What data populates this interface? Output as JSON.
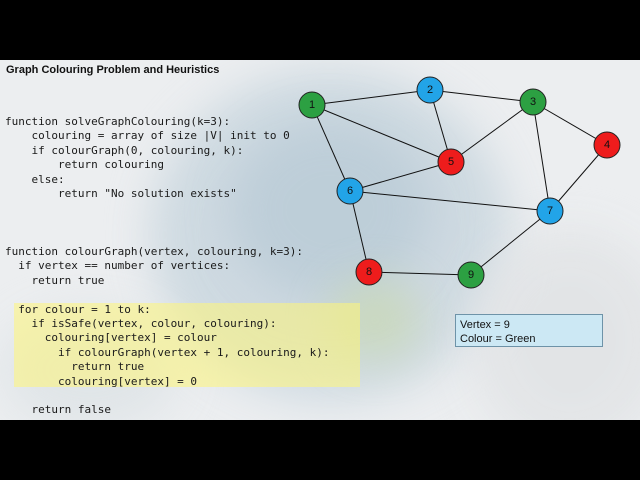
{
  "title": "Graph Colouring Problem and Heuristics",
  "code_block_1": "function solveGraphColouring(k=3):\n    colouring = array of size |V| init to 0\n    if colourGraph(0, colouring, k):\n        return colouring\n    else:\n        return \"No solution exists\"",
  "code_block_2": "function colourGraph(vertex, colouring, k=3):\n  if vertex == number of vertices:\n    return true\n\n  for colour = 1 to k:\n    if isSafe(vertex, colour, colouring):\n      colouring[vertex] = colour\n        if colourGraph(vertex + 1, colouring, k):\n          return true\n        colouring[vertex] = 0\n\n    return false",
  "status": {
    "vertex_line": "Vertex = 9",
    "colour_line": "Colour = Green"
  },
  "colors": {
    "green": "#2ca042",
    "blue": "#22a4e8",
    "red": "#ee1c1c",
    "highlight": "#fff578",
    "status_box": "#cce8f4"
  },
  "graph": {
    "nodes": [
      {
        "id": "1",
        "colour": "green"
      },
      {
        "id": "2",
        "colour": "blue"
      },
      {
        "id": "3",
        "colour": "green"
      },
      {
        "id": "4",
        "colour": "red"
      },
      {
        "id": "5",
        "colour": "red"
      },
      {
        "id": "6",
        "colour": "blue"
      },
      {
        "id": "7",
        "colour": "blue"
      },
      {
        "id": "8",
        "colour": "red"
      },
      {
        "id": "9",
        "colour": "green"
      }
    ],
    "edges": [
      [
        "1",
        "2"
      ],
      [
        "1",
        "5"
      ],
      [
        "1",
        "6"
      ],
      [
        "2",
        "3"
      ],
      [
        "2",
        "5"
      ],
      [
        "3",
        "5"
      ],
      [
        "3",
        "4"
      ],
      [
        "3",
        "7"
      ],
      [
        "4",
        "7"
      ],
      [
        "5",
        "6"
      ],
      [
        "6",
        "7"
      ],
      [
        "6",
        "8"
      ],
      [
        "7",
        "9"
      ],
      [
        "8",
        "9"
      ]
    ]
  }
}
